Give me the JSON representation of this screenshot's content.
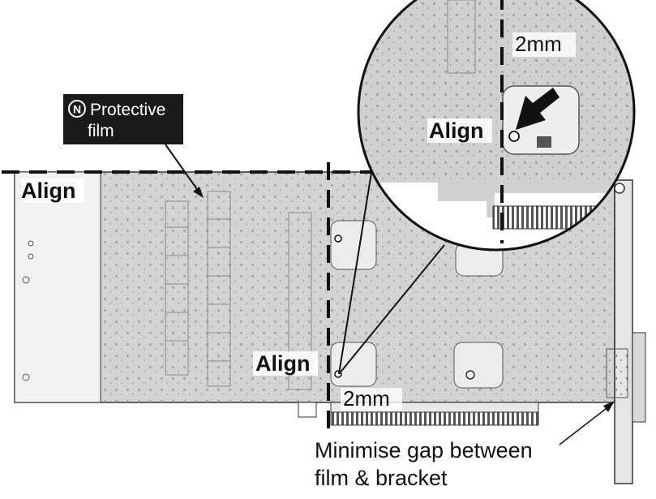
{
  "labels": {
    "protective_badge": "N",
    "protective_line1": "Protective",
    "protective_line2": "film",
    "align_top_left": "Align",
    "align_middle": "Align",
    "align_zoom": "Align",
    "gap_zoom": "2mm",
    "gap_bottom": "2mm",
    "note_line1": "Minimise gap between",
    "note_line2": "film & bracket"
  },
  "colors": {
    "film": "#cfcfcf",
    "film_light": "#e3e3e3",
    "outline": "#111111",
    "label_box": "#1a1a1a",
    "label_text": "#ffffff"
  }
}
